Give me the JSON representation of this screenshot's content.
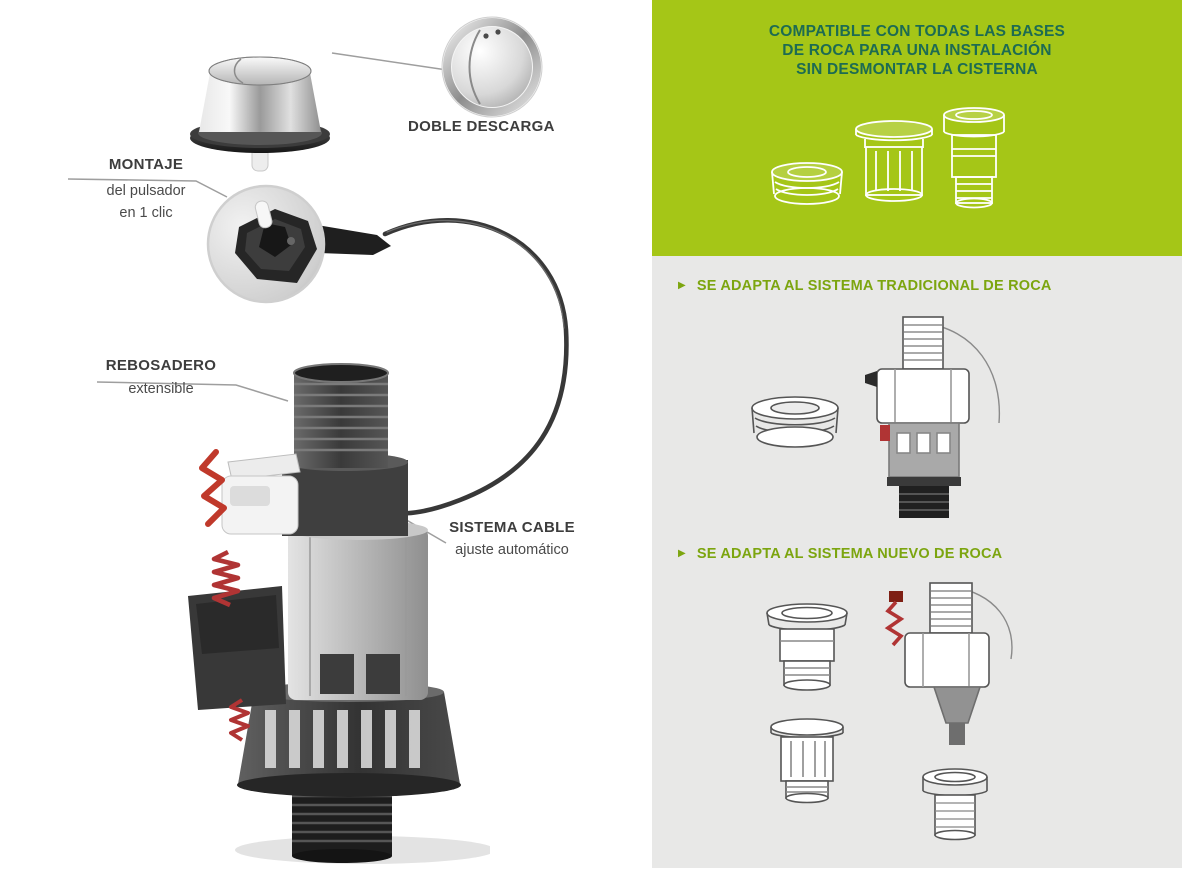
{
  "colors": {
    "green": "#a5c617",
    "heading_green": "#7ca50f",
    "header_text": "#1d6b52",
    "gray_bg": "#e8e8e7",
    "label_dark": "#3d3d3d",
    "sub_text": "#4a4a4a",
    "accent_red": "#b03434",
    "cable_dark": "#383838"
  },
  "left": {
    "callouts": {
      "doble_descarga": {
        "title": "DOBLE DESCARGA"
      },
      "montaje": {
        "title": "MONTAJE",
        "sub1": "del pulsador",
        "sub2": "en 1 clic"
      },
      "rebosadero": {
        "title": "REBOSADERO",
        "sub": "extensible"
      },
      "sistema_cable": {
        "title": "SISTEMA CABLE",
        "sub": "ajuste automático"
      }
    },
    "illustrations": {
      "button_side": "dual-flush-pushbutton-side-view",
      "button_top": "dual-flush-pushbutton-top-view",
      "magnifier": "pushbutton-clip-closeup",
      "cable": "flexible-cable",
      "valve": "dual-flush-valve-assembly"
    }
  },
  "right": {
    "header": {
      "line1": "COMPATIBLE CON TODAS LAS BASES",
      "line2": "DE ROCA PARA UNA INSTALACIÓN",
      "line3": "SIN DESMONTAR LA CISTERNA"
    },
    "bullet": "▶",
    "sections": [
      {
        "title": "SE ADAPTA AL SISTEMA TRADICIONAL DE ROCA"
      },
      {
        "title": "SE ADAPTA AL SISTEMA NUEVO DE ROCA"
      }
    ],
    "illustrations": {
      "adapters": "roca-base-adapters-line-art",
      "tradicional": "traditional-roca-system-parts",
      "nuevo": "new-roca-system-parts"
    }
  }
}
